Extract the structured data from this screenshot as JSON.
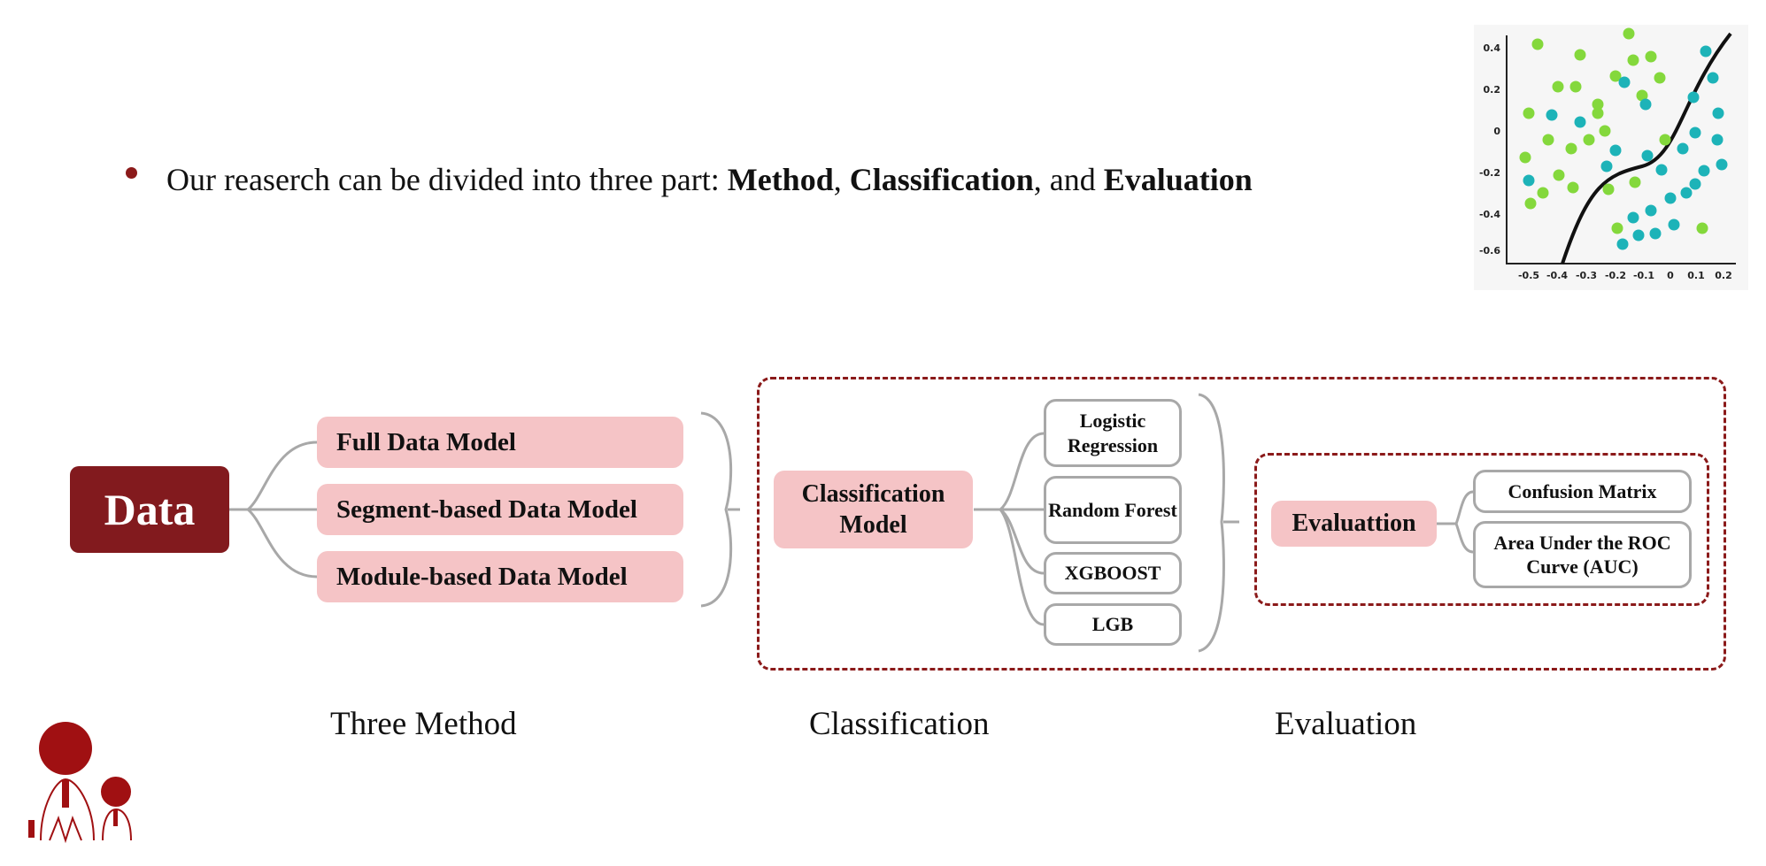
{
  "intro": {
    "text_before": "Our reaserch can be divided into three part: ",
    "term_method": "Method",
    "separator1": ", ",
    "term_classification": "Classification",
    "separator2": ", and ",
    "term_evaluation": "Evaluation"
  },
  "diagram": {
    "root": "Data",
    "methods": [
      "Full Data Model",
      "Segment-based Data Model",
      "Module-based Data Model"
    ],
    "classification_node": "Classification Model",
    "classifiers": [
      "Logistic Regression",
      "Random Forest",
      "XGBOOST",
      "LGB"
    ],
    "evaluation_node": "Evaluattion",
    "metrics": [
      "Confusion Matrix",
      "Area Under the ROC Curve (AUC)"
    ]
  },
  "captions": {
    "methods": "Three Method",
    "classification": "Classification",
    "evaluation": "Evaluation"
  },
  "scatter_thumbnail": {
    "x_ticks": [
      "-0.5",
      "-0.4",
      "-0.3",
      "-0.2",
      "-0.1",
      "0",
      "0.1",
      "0.2"
    ],
    "y_ticks": [
      "0.4",
      "0.2",
      "0",
      "-0.2",
      "-0.4",
      "-0.6"
    ],
    "colors": {
      "class_a": "#84d83c",
      "class_b": "#1db3b8"
    }
  },
  "colors": {
    "accent": "#821a1e",
    "pink": "#f5c4c6",
    "line": "#a8a8a8"
  }
}
